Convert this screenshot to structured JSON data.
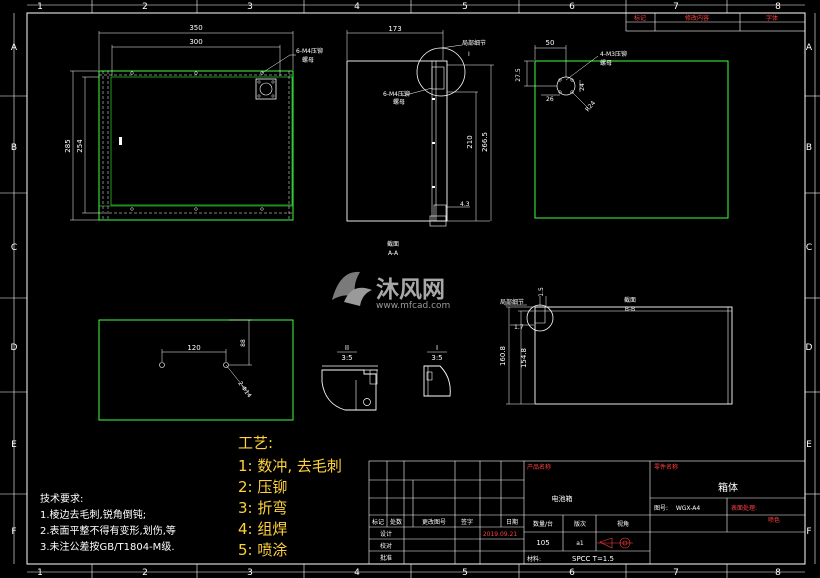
{
  "frame": {
    "columns": [
      "1",
      "2",
      "3",
      "4",
      "5",
      "6",
      "7",
      "8"
    ],
    "rows": [
      "A",
      "B",
      "C",
      "D",
      "E",
      "F"
    ]
  },
  "revision_table": {
    "col1": "标记",
    "col2": "修改内容",
    "col3": "字体"
  },
  "view_front": {
    "dim_350": "350",
    "dim_300": "300",
    "dim_285": "285",
    "dim_254": "254",
    "rivet_note_1": "6-M4压铆",
    "rivet_note_2": "螺母"
  },
  "view_section": {
    "dim_173": "173",
    "dim_210": "210",
    "dim_266_5": "266.5",
    "dim_4_3": "4.3",
    "detail_note_1": "局部细节",
    "detail_note_2": "I",
    "rivet_note_1": "6-M4压铆",
    "rivet_note_2": "螺母",
    "section_label_1": "截面",
    "section_label_2": "A-A"
  },
  "view_top": {
    "dim_50": "50",
    "dim_27_5": "27.5",
    "dim_24": "24",
    "dim_26": "26",
    "dim_r24": "R24",
    "rivet_note_1": "4-M3压铆",
    "rivet_note_2": "螺母"
  },
  "view_bottom": {
    "dim_120": "120",
    "dim_88": "88",
    "hole_note": "2-Φ14"
  },
  "view_side": {
    "detail_note": "局部细节",
    "dim_1_7": "1.7",
    "dim_1_5": "1.5",
    "dim_160_8": "160.8",
    "dim_154_8": "154.8",
    "section_label_1": "截面",
    "section_label_2": "B-B"
  },
  "detail_1": {
    "label": "II",
    "scale": "3:5"
  },
  "detail_2": {
    "label": "I",
    "scale": "3:5"
  },
  "watermark": {
    "cn": "沐风网",
    "url": "www.mfcad.com"
  },
  "process": {
    "title": "工艺:",
    "steps": [
      "1: 数冲, 去毛刺",
      "2: 压铆",
      "3: 折弯",
      "4: 组焊",
      "5: 喷涂"
    ]
  },
  "tech_notes": {
    "title": "技术要求:",
    "items": [
      "1.棱边去毛刺,锐角倒钝;",
      "2.表面平整不得有变形,划伤,等",
      "3.未注公差按GB/T1804-M级."
    ]
  },
  "title_block": {
    "product_name_label": "产品名称",
    "product_name": "电池箱",
    "part_name_label": "零件名称",
    "part_name": "箱体",
    "mark": "标记",
    "count": "处数",
    "change_doc": "更改图号",
    "sign": "签字",
    "date_label": "日期",
    "date": "2019.09.21",
    "design": "设计",
    "check": "校对",
    "approve": "批准",
    "qty_label": "数量/台",
    "version_label": "版次",
    "view_label": "视角",
    "qty": "105",
    "version": "a1",
    "drawing_no_label": "图号:",
    "drawing_no": "WGX-A4",
    "surface_label": "表面处理:",
    "surface": "喷色",
    "material_label": "材料:",
    "material": "SPCC T=1.5"
  }
}
